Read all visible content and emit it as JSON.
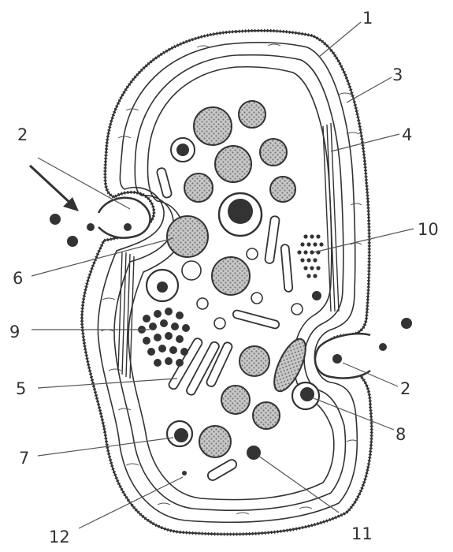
{
  "labels": {
    "l1": "1",
    "l2a": "2",
    "l2b": "2",
    "l3": "3",
    "l4": "4",
    "l5": "5",
    "l6": "6",
    "l7": "7",
    "l8": "8",
    "l9": "9",
    "l10": "10",
    "l11": "11",
    "l12": "12"
  },
  "colors": {
    "ink": "#333333",
    "dark_fill": "#3a3a3a",
    "granule_fill": "#bdbdbd",
    "background": "#ffffff"
  }
}
